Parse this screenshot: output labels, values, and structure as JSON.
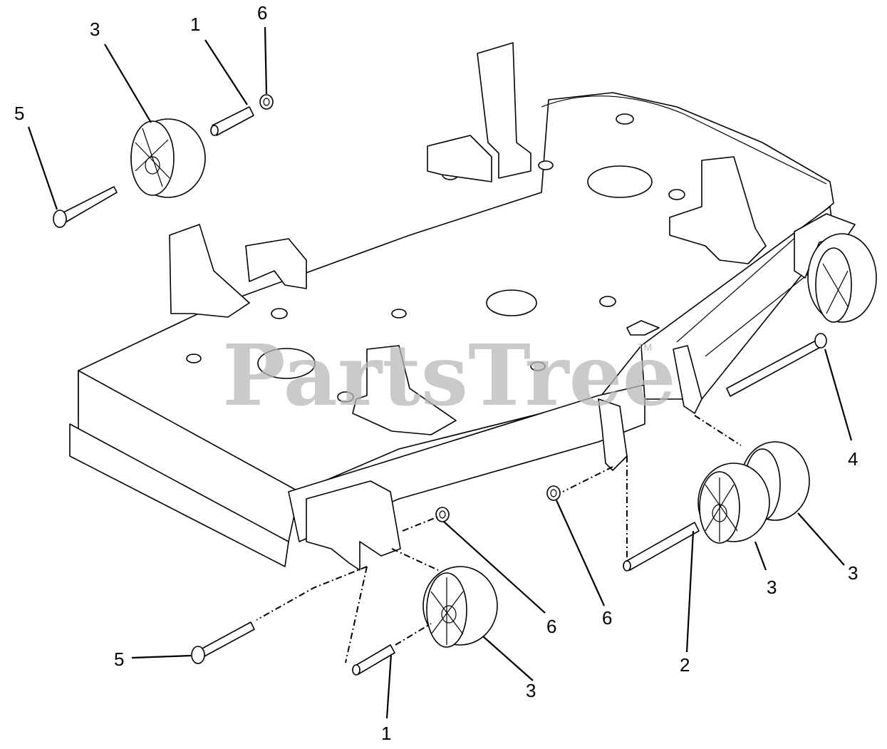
{
  "watermark": {
    "text": "PartsTree",
    "trademark": "TM"
  },
  "callouts": [
    {
      "id": "c-3-topleft",
      "label": "3"
    },
    {
      "id": "c-1-top",
      "label": "1"
    },
    {
      "id": "c-6-top",
      "label": "6"
    },
    {
      "id": "c-5-topleft",
      "label": "5"
    },
    {
      "id": "c-4-right",
      "label": "4"
    },
    {
      "id": "c-3-right-a",
      "label": "3"
    },
    {
      "id": "c-3-right-b",
      "label": "3"
    },
    {
      "id": "c-6-mid-a",
      "label": "6"
    },
    {
      "id": "c-6-mid-b",
      "label": "6"
    },
    {
      "id": "c-2-bottom",
      "label": "2"
    },
    {
      "id": "c-5-bottomleft",
      "label": "5"
    },
    {
      "id": "c-3-bottom",
      "label": "3"
    },
    {
      "id": "c-1-bottom",
      "label": "1"
    }
  ]
}
